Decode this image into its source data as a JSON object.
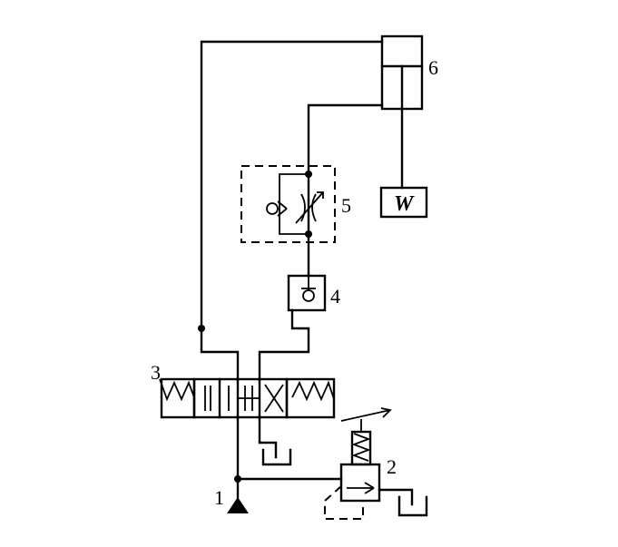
{
  "labels": {
    "pump": "1",
    "relief_valve": "2",
    "directional_valve": "3",
    "check_valve": "4",
    "throttle_check_valve": "5",
    "cylinder": "6",
    "load": "W"
  }
}
